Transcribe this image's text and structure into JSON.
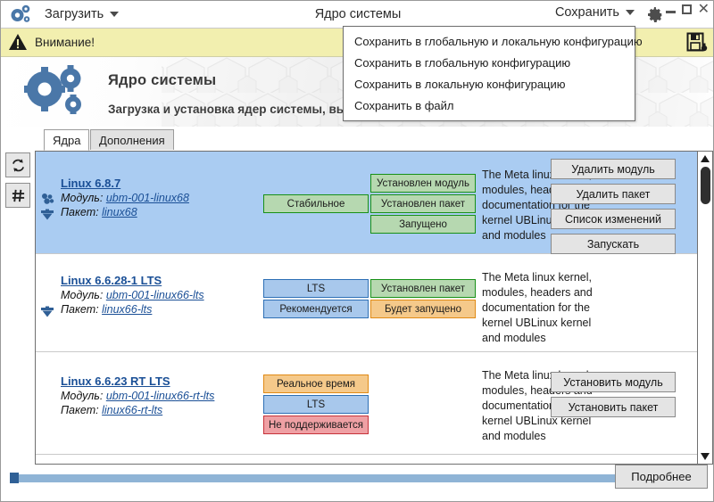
{
  "window": {
    "title": "Ядро системы",
    "logo_icon": "gears-icon",
    "gear_icon": "gear-icon",
    "minimize_icon": "minimize-icon",
    "maximize_icon": "maximize-icon",
    "close_icon": "close-icon"
  },
  "toolbar": {
    "load_label": "Загрузить",
    "save_label": "Сохранить",
    "caret_icon": "chevron-down-icon"
  },
  "save_menu": {
    "items": [
      "Сохранить в глобальную и локальную конфигурацию",
      "Сохранить в глобальную конфигурацию",
      "Сохранить в локальную конфигурацию",
      "Сохранить в файл"
    ]
  },
  "warning": {
    "text": "Внимание!",
    "icon": "warning-triangle-icon",
    "save_icon": "floppy-save-icon",
    "background": "#f2efaf"
  },
  "banner": {
    "title": "Ядро системы",
    "subtitle": "Загрузка и установка ядер системы, выбор ядра для загрузки по умолчанию",
    "icon": "gears-icon"
  },
  "tabs": [
    {
      "label": "Ядра",
      "active": true
    },
    {
      "label": "Дополнения",
      "active": false
    }
  ],
  "side_tools": [
    {
      "name": "refresh-button",
      "icon": "refresh-icon"
    },
    {
      "name": "hash-button",
      "icon": "hash-icon"
    }
  ],
  "colors": {
    "selected_row": "#aaccf2",
    "badge_green_bg": "#b6d8b0",
    "badge_green_border": "#179017",
    "badge_blue_bg": "#a8c8ec",
    "badge_blue_border": "#2d6fb5",
    "badge_orange_bg": "#f5c98a",
    "badge_orange_border": "#e08a15",
    "badge_red_bg": "#efa0a4",
    "badge_red_border": "#c6323a",
    "link": "#1a4f96"
  },
  "kernels": [
    {
      "title": "Linux 6.8.7",
      "module_label": "Модуль:",
      "module_value": "ubm-001-linux68",
      "package_label": "Пакет:",
      "package_value": "linux68",
      "has_module_icon": true,
      "has_package_icon": true,
      "selected": true,
      "badges_left": [
        {
          "text": "Стабильное",
          "style": "green"
        }
      ],
      "badges_right": [
        {
          "text": "Установлен модуль",
          "style": "green"
        },
        {
          "text": "Установлен пакет",
          "style": "green"
        },
        {
          "text": "Запущено",
          "style": "green"
        }
      ],
      "description": "The Meta linux kernel, modules, headers and documentation for the kernel UBLinux kernel and modules",
      "actions": [
        "Удалить модуль",
        "Удалить пакет",
        "Список изменений",
        "Запускать"
      ]
    },
    {
      "title": "Linux 6.6.28-1 LTS",
      "module_label": "Модуль:",
      "module_value": "ubm-001-linux66-lts",
      "package_label": "Пакет:",
      "package_value": "linux66-lts",
      "has_module_icon": false,
      "has_package_icon": true,
      "selected": false,
      "badges_left": [
        {
          "text": "LTS",
          "style": "blue"
        },
        {
          "text": "Рекомендуется",
          "style": "blue"
        }
      ],
      "badges_right": [
        {
          "text": "Установлен пакет",
          "style": "green"
        },
        {
          "text": "Будет запущено",
          "style": "orange"
        }
      ],
      "description": "The Meta linux kernel, modules, headers and documentation for the kernel UBLinux kernel and modules",
      "actions": []
    },
    {
      "title": "Linux 6.6.23 RT LTS",
      "module_label": "Модуль:",
      "module_value": "ubm-001-linux66-rt-lts",
      "package_label": "Пакет:",
      "package_value": "linux66-rt-lts",
      "has_module_icon": false,
      "has_package_icon": false,
      "selected": false,
      "badges_left": [
        {
          "text": "Реальное время",
          "style": "orange"
        },
        {
          "text": "LTS",
          "style": "blue"
        },
        {
          "text": "Не поддерживается",
          "style": "red"
        }
      ],
      "badges_right": [],
      "description": "The Meta linux kernel, modules, headers and documentation for the kernel UBLinux kernel and modules",
      "actions": [
        "Установить модуль",
        "Установить пакет"
      ]
    }
  ],
  "bottom": {
    "detail_label": "Подробнее",
    "progress_percent": 2
  },
  "scrollbar": {
    "up_icon": "triangle-up-icon",
    "down_icon": "triangle-down-icon"
  }
}
